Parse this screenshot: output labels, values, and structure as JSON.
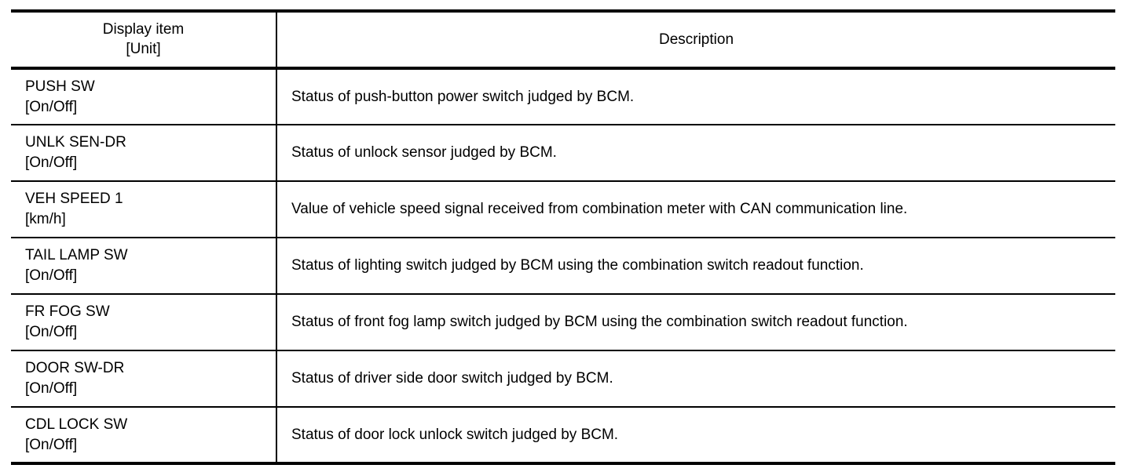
{
  "table": {
    "headers": {
      "item_line1": "Display item",
      "item_line2": "[Unit]",
      "description": "Description"
    },
    "rows": [
      {
        "item": "PUSH SW",
        "unit": "[On/Off]",
        "description": "Status of push-button power switch judged by BCM."
      },
      {
        "item": "UNLK SEN-DR",
        "unit": "[On/Off]",
        "description": "Status of unlock sensor judged by BCM."
      },
      {
        "item": "VEH SPEED 1",
        "unit": "[km/h]",
        "description": "Value of vehicle speed signal received from combination meter with CAN communication line."
      },
      {
        "item": "TAIL LAMP SW",
        "unit": "[On/Off]",
        "description": "Status of lighting switch judged by BCM using the combination switch readout function."
      },
      {
        "item": "FR FOG SW",
        "unit": "[On/Off]",
        "description": "Status of front fog lamp switch judged by BCM using the combination switch readout function."
      },
      {
        "item": "DOOR SW-DR",
        "unit": "[On/Off]",
        "description": "Status of driver side door switch judged by BCM."
      },
      {
        "item": "CDL LOCK SW",
        "unit": "[On/Off]",
        "description": "Status of door lock unlock switch judged by BCM."
      }
    ]
  },
  "colors": {
    "rule": "#000000",
    "text": "#000000",
    "background": "#ffffff"
  }
}
